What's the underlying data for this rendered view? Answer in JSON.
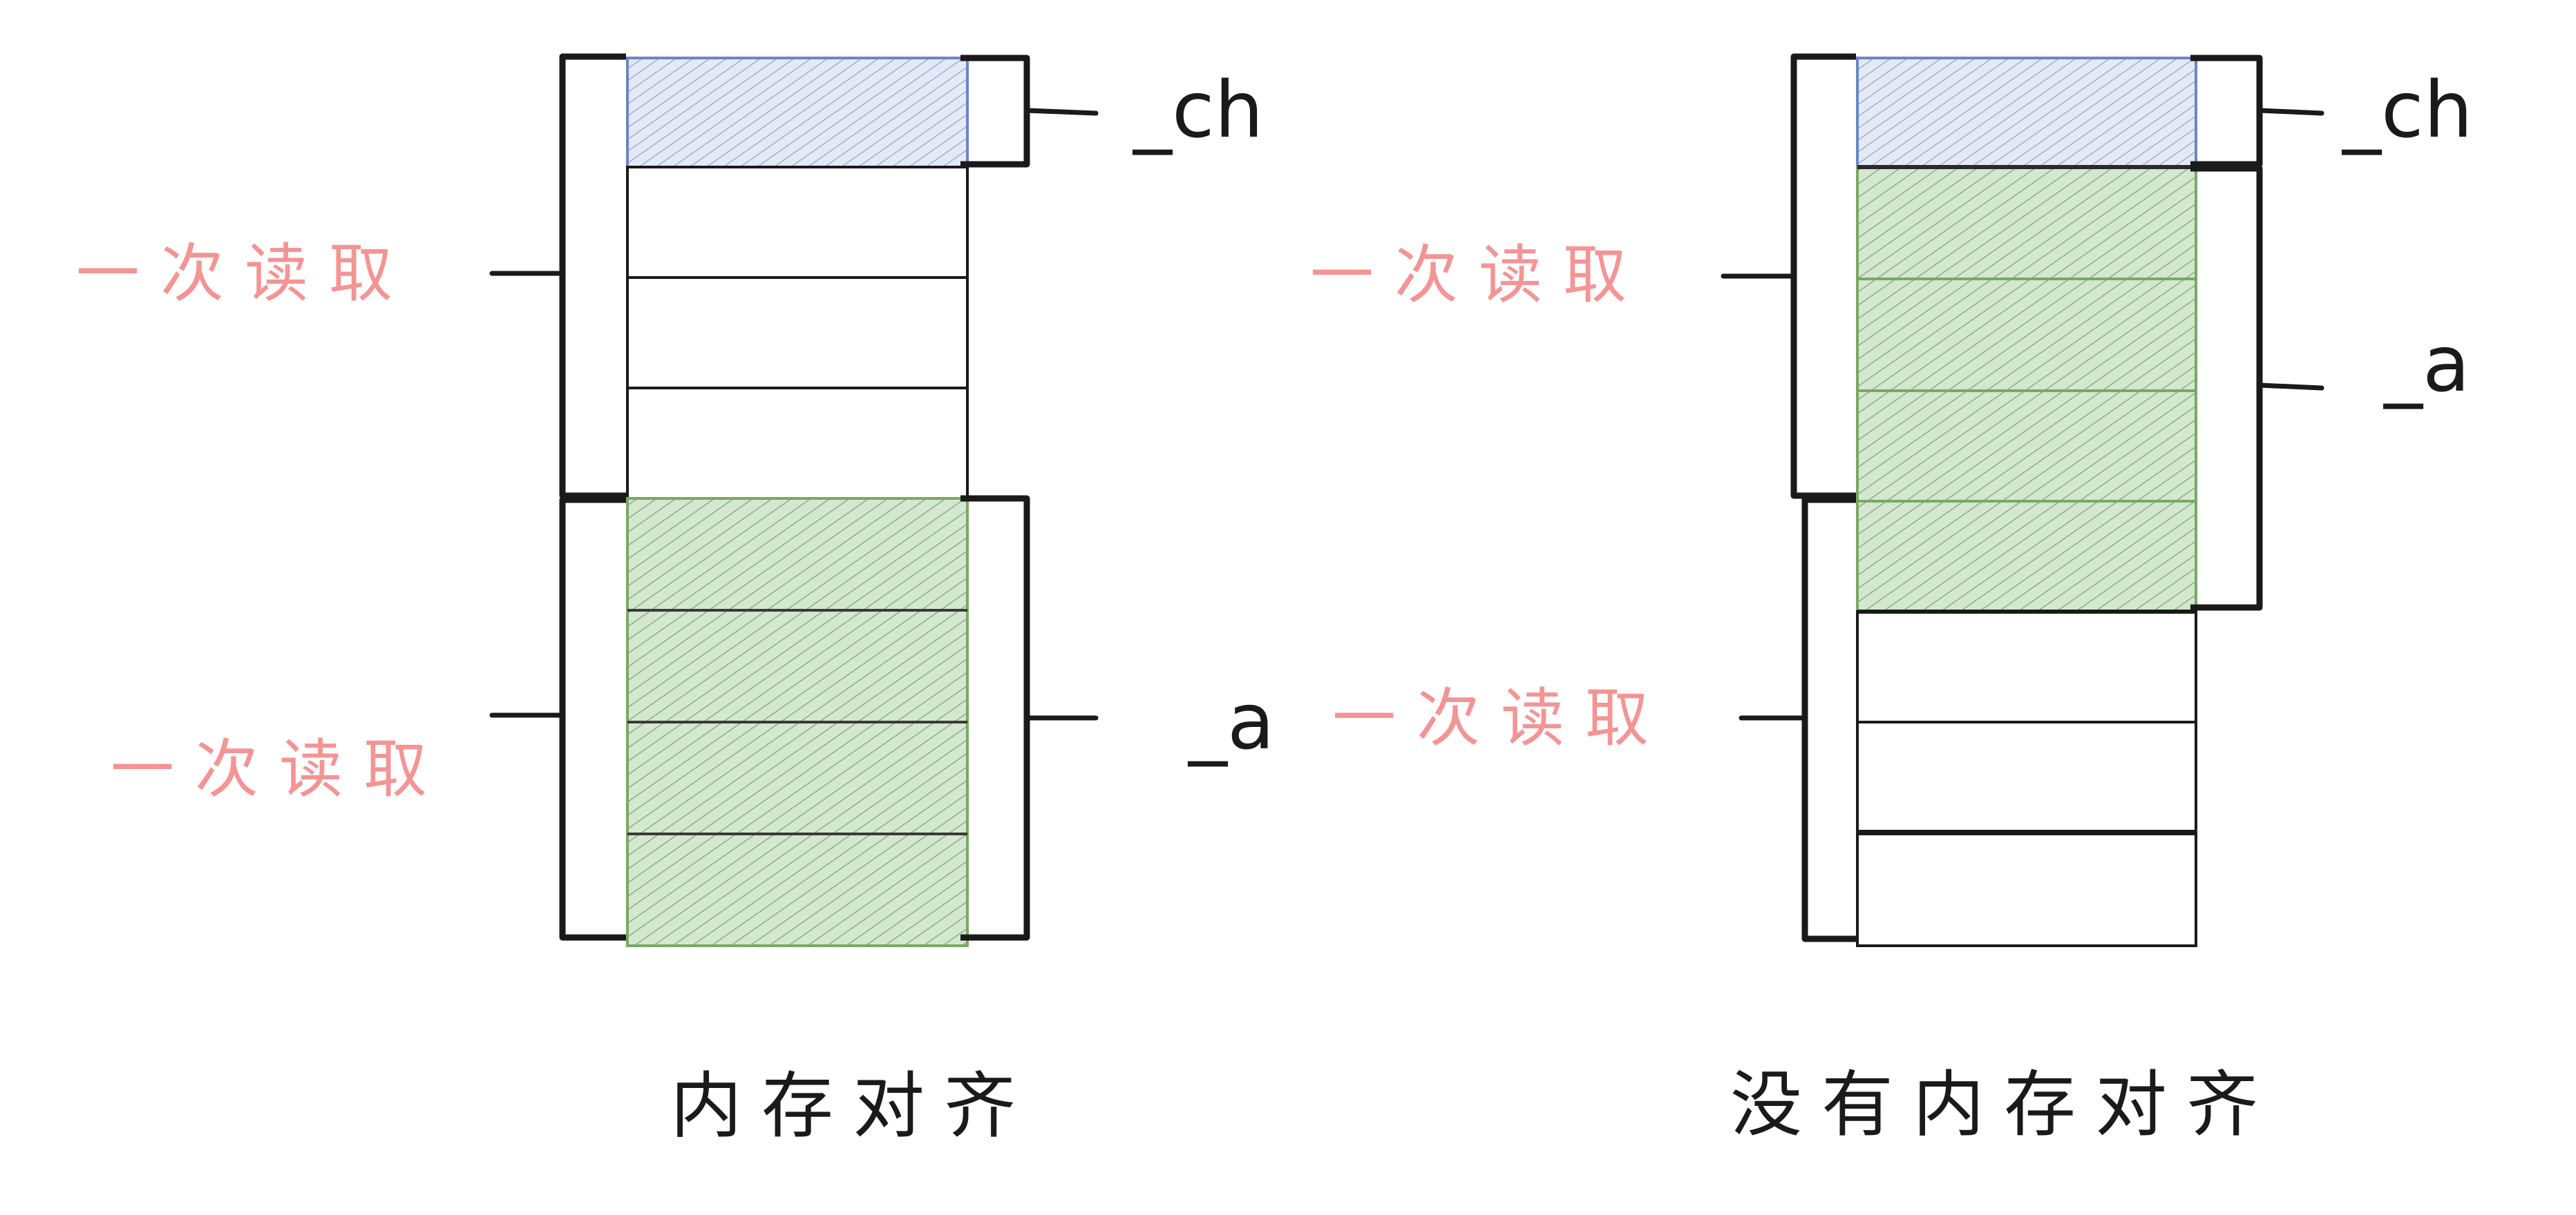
{
  "colors": {
    "ink": "#1a1a1a",
    "char_fill": "#dfe5f4",
    "char_stroke": "#6a86c6",
    "int_fill": "#d3e8cf",
    "int_stroke": "#7aa864",
    "read_label": "#f49494"
  },
  "aligned": {
    "caption": "内存对齐",
    "field_ch": "_ch",
    "field_a": "_a",
    "read_top": "一次读取",
    "read_bottom": "一次读取"
  },
  "unaligned": {
    "caption": "没有内存对齐",
    "field_ch": "_ch",
    "field_a": "_a",
    "read_top": "一次读取",
    "read_bottom": "一次读取"
  }
}
